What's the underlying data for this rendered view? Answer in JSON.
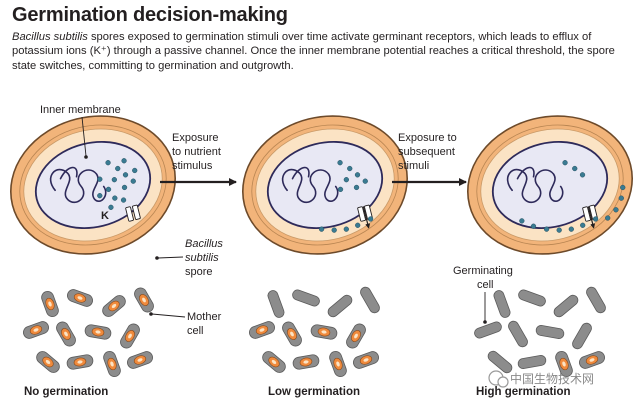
{
  "title": "Germination decision-making",
  "caption": {
    "species": "Bacillus subtilis",
    "text": " spores exposed to germination stimuli over time activate germinant receptors, which leads to efflux of potassium ions (K⁺) through a passive channel. Once the inner membrane potential reaches a critical threshold, the spore state switches, committing to germination and outgrowth."
  },
  "labels": {
    "inner_membrane": "Inner membrane",
    "ion": "K",
    "spore_1": "Bacillus",
    "spore_2": "subtilis",
    "spore_3": "spore",
    "mother_1": "Mother",
    "mother_2": "cell",
    "germinating_1": "Germinating",
    "germinating_2": "cell"
  },
  "arrows": [
    {
      "line1": "Exposure",
      "line2": "to nutrient",
      "line3": "stimulus"
    },
    {
      "line1": "Exposure to",
      "line2": "subsequent",
      "line3": "stimuli"
    }
  ],
  "panels": [
    {
      "label": "No germination",
      "ions_inside": 14,
      "ions_outside": 0,
      "germinating_cells": 0
    },
    {
      "label": "Low germination",
      "ions_inside": 7,
      "ions_outside": 5,
      "germinating_cells": 4
    },
    {
      "label": "High germination",
      "ions_inside": 3,
      "ions_outside": 11,
      "germinating_cells": 10
    }
  ],
  "watermark": "中国生物技术网",
  "colors": {
    "outer_coat": "#f2b47a",
    "coat_edge": "#6d4a2a",
    "cortex": "#fbe3c4",
    "core": "#e8e8f4",
    "core_edge": "#2e2a5a",
    "ion": "#3a7b92",
    "cell_gray": "#8c8c8c",
    "cell_core": "#f08a3c"
  }
}
